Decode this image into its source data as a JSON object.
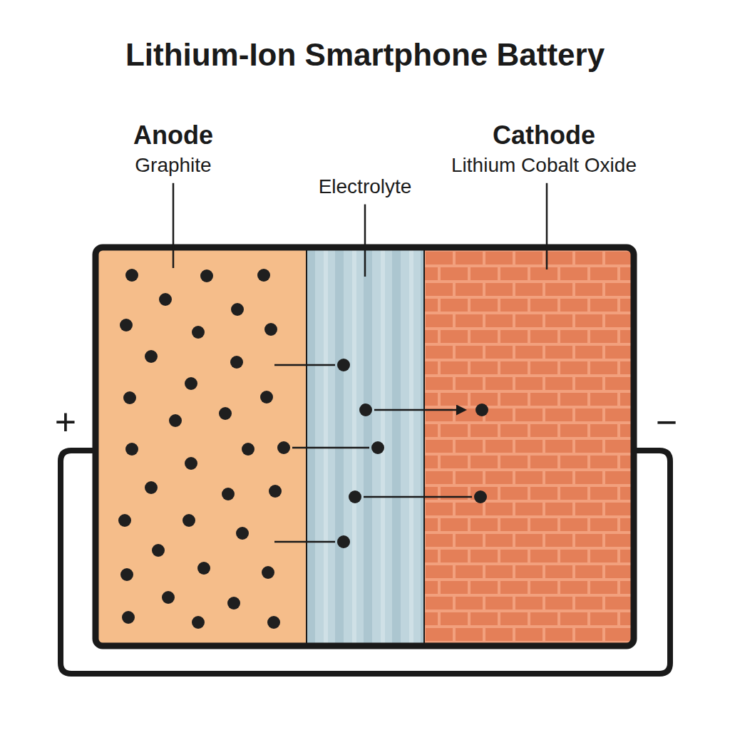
{
  "diagram": {
    "title": "Lithium-Ion Smartphone Battery",
    "nodes": [
      {
        "text": [
          "Anode",
          "Graphite"
        ]
      },
      {
        "text": [
          "Electrolyte"
        ]
      },
      {
        "text": [
          "Cathode",
          "Lithium Cobalt Oxide"
        ]
      }
    ],
    "labels": [
      "+",
      "−"
    ]
  }
}
